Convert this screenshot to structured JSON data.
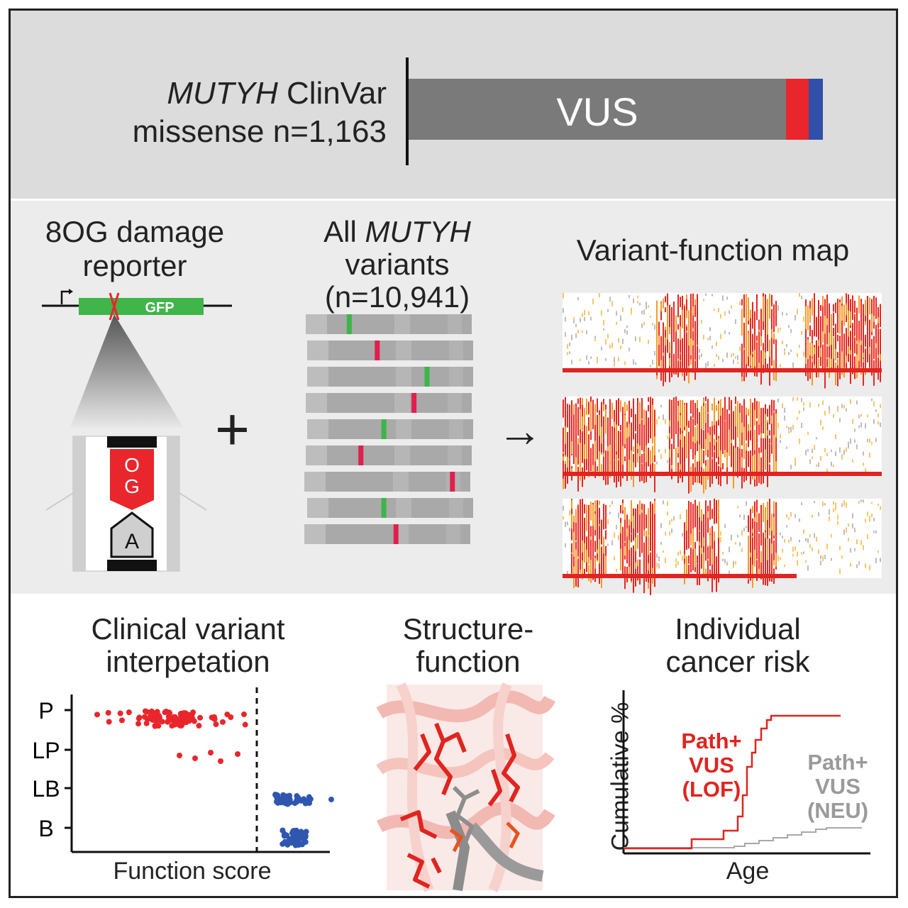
{
  "header": {
    "gene": "MUTYH",
    "source": "ClinVar",
    "line2": "missense n=1,163",
    "bar_label": "VUS",
    "colors": {
      "vus": "#7a7a7a",
      "pathogenic": "#e8262b",
      "benign": "#2f4fa8"
    }
  },
  "reporter": {
    "title_line1": "8OG damage",
    "title_line2": "reporter",
    "gene_label": "GFP",
    "lesion_top_1": "O",
    "lesion_top_2": "G",
    "lesion_bottom": "A"
  },
  "plus_symbol": "+",
  "arrow_symbol": "→",
  "variants": {
    "title_line1_pre": "All ",
    "title_line1_gene": "MUTYH",
    "title_line2": "variants",
    "title_line3": "(n=10,941)",
    "rows": [
      {
        "pos": 0.26,
        "color": "green"
      },
      {
        "pos": 0.42,
        "color": "red"
      },
      {
        "pos": 0.72,
        "color": "green"
      },
      {
        "pos": 0.65,
        "color": "red"
      },
      {
        "pos": 0.46,
        "color": "green"
      },
      {
        "pos": 0.33,
        "color": "red"
      },
      {
        "pos": 0.89,
        "color": "red"
      },
      {
        "pos": 0.46,
        "color": "green"
      },
      {
        "pos": 0.55,
        "color": "red"
      }
    ]
  },
  "map": {
    "title": "Variant-function map"
  },
  "clinical": {
    "title_line1": "Clinical variant",
    "title_line2": "interpetation",
    "categories": [
      "P",
      "LP",
      "LB",
      "B"
    ],
    "xlabel": "Function score"
  },
  "structure": {
    "title_line1": "Structure-",
    "title_line2": "function"
  },
  "risk": {
    "title_line1": "Individual",
    "title_line2": "cancer risk",
    "ylabel": "Cumulative %",
    "xlabel": "Age",
    "lof_label": [
      "Path+",
      "VUS",
      "(LOF)"
    ],
    "neu_label": [
      "Path+",
      "VUS",
      "(NEU)"
    ]
  }
}
